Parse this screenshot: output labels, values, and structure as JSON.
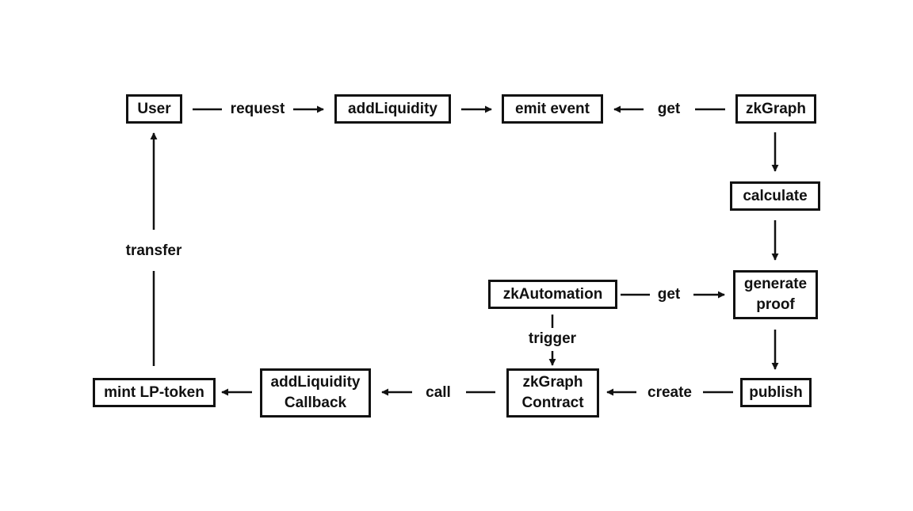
{
  "nodes": {
    "user": "User",
    "add_liquidity": "addLiquidity",
    "emit_event": "emit event",
    "zkgraph": "zkGraph",
    "calculate": "calculate",
    "generate_proof": "generate\nproof",
    "zkautomation": "zkAutomation",
    "publish": "publish",
    "zkgraph_contract": "zkGraph\nContract",
    "add_liquidity_callback": "addLiquidity\nCallback",
    "mint_lp_token": "mint LP-token"
  },
  "edges": {
    "request": "request",
    "get_event": "get",
    "get_proof": "get",
    "trigger": "trigger",
    "create": "create",
    "call": "call",
    "transfer": "transfer"
  }
}
